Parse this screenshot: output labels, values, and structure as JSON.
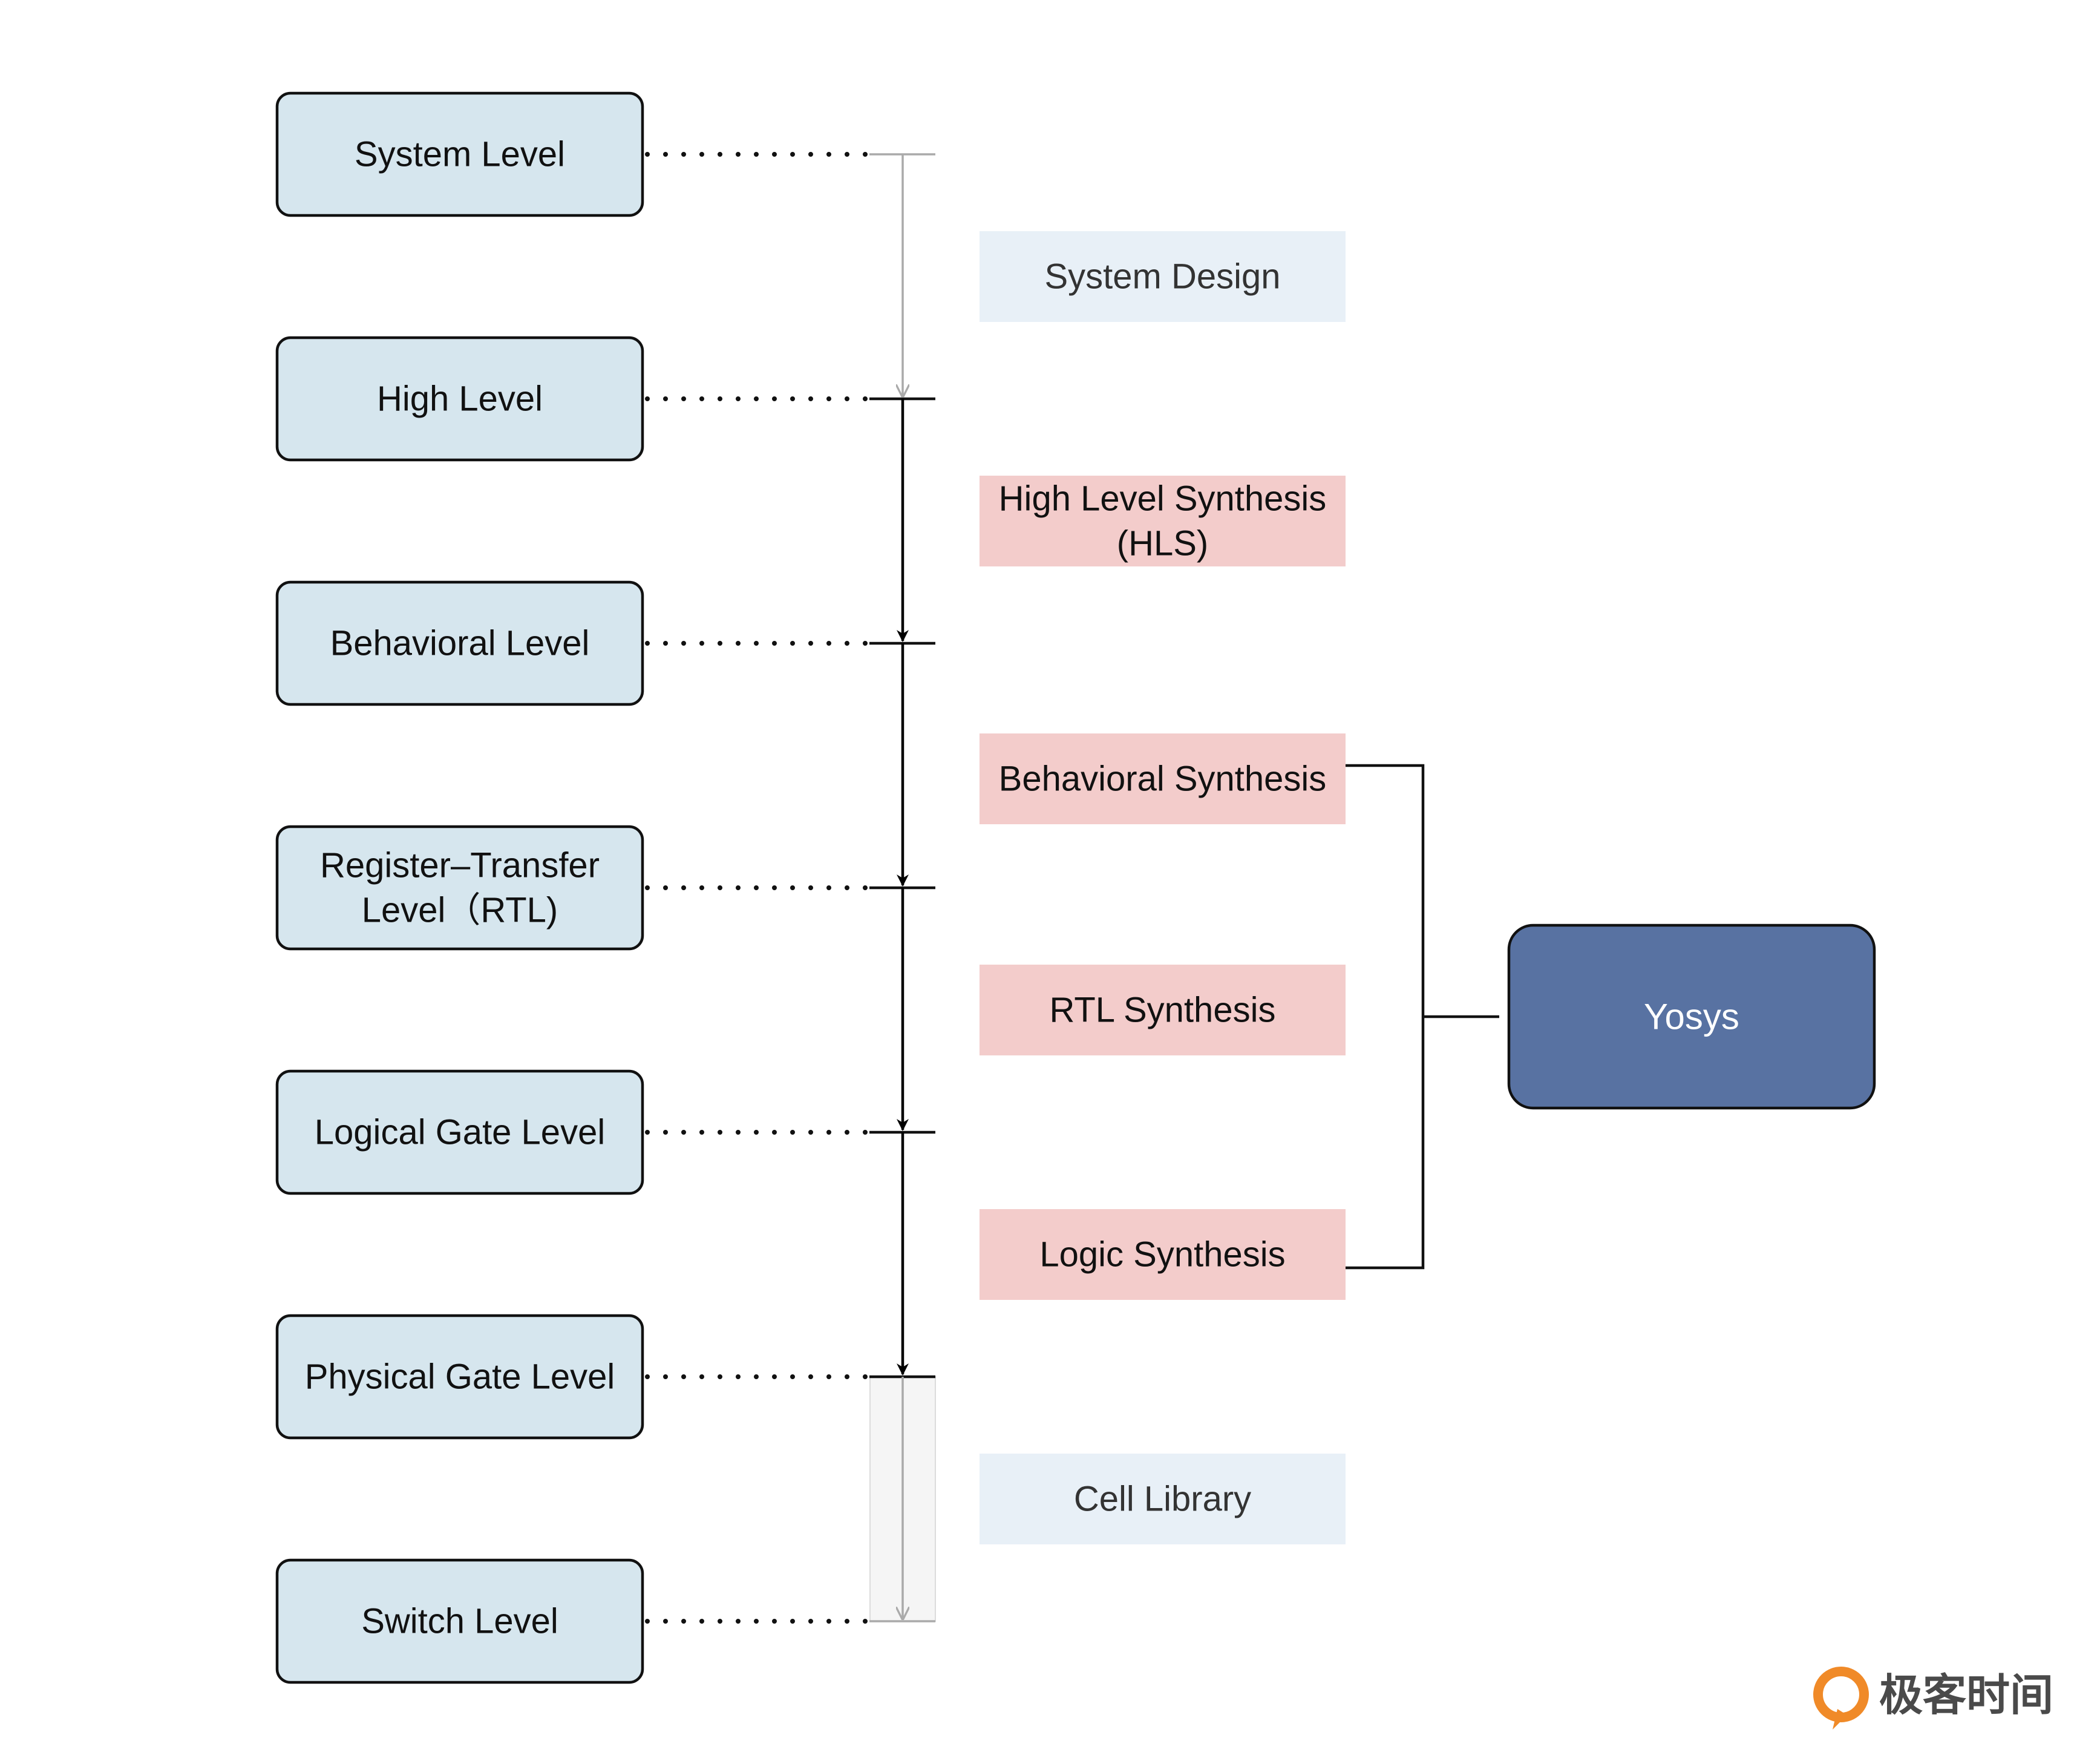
{
  "levels": [
    {
      "id": "system",
      "lines": [
        "System Level"
      ]
    },
    {
      "id": "high",
      "lines": [
        "High Level"
      ]
    },
    {
      "id": "behavioral",
      "lines": [
        "Behavioral Level"
      ]
    },
    {
      "id": "rtl",
      "lines": [
        "Register–Transfer",
        "Level（RTL)"
      ]
    },
    {
      "id": "logical-gate",
      "lines": [
        "Logical Gate Level"
      ]
    },
    {
      "id": "physical-gate",
      "lines": [
        "Physical Gate Level"
      ]
    },
    {
      "id": "switch",
      "lines": [
        "Switch Level"
      ]
    }
  ],
  "steps": [
    {
      "id": "system-design",
      "lines": [
        "System Design"
      ],
      "kind": "external"
    },
    {
      "id": "hls",
      "lines": [
        "High Level Synthesis",
        "(HLS)"
      ],
      "kind": "synthesis"
    },
    {
      "id": "behavioral-synthesis",
      "lines": [
        "Behavioral Synthesis"
      ],
      "kind": "synthesis"
    },
    {
      "id": "rtl-synthesis",
      "lines": [
        "RTL Synthesis"
      ],
      "kind": "synthesis"
    },
    {
      "id": "logic-synthesis",
      "lines": [
        "Logic Synthesis"
      ],
      "kind": "synthesis"
    },
    {
      "id": "cell-library",
      "lines": [
        "Cell Library"
      ],
      "kind": "external"
    }
  ],
  "tool": {
    "label": "Yosys",
    "covers": [
      "behavioral-synthesis",
      "logic-synthesis"
    ]
  },
  "watermark": {
    "text": "极客时间"
  },
  "colors": {
    "level_fill": "#d6e6ee",
    "external_fill": "#e8f0f7",
    "synthesis_fill": "#f3cccb",
    "tool_fill": "#5872a2",
    "active_arrow": "#000000",
    "inactive_arrow": "#aaaaaa",
    "text_dark": "#111111",
    "text_muted": "#333333",
    "logo_orange": "#f08a28"
  }
}
